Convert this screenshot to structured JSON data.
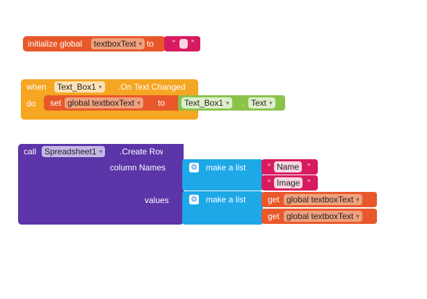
{
  "init_block": {
    "prefix": "initialize global",
    "var_name": "textboxText",
    "to_label": "to",
    "open_quote": "“",
    "close_quote": "”"
  },
  "event_block": {
    "when_label": "when",
    "component": "Text_Box1",
    "event": ".On Text Changed",
    "do_label": "do",
    "set_label": "set",
    "var_ref": "global textboxText",
    "to_label": "to",
    "prop_component": "Text_Box1",
    "dot": ".",
    "prop": "Text"
  },
  "call_block": {
    "call_label": "call",
    "component": "Spreadsheet1",
    "method": ".Create Row",
    "column_names_label": "column Names",
    "values_label": "values",
    "make_list_label": "make a list",
    "names_items": [
      "Name",
      "Image"
    ],
    "get_label": "get",
    "get_var": "global textboxText",
    "open_quote": "“",
    "close_quote": "”",
    "gear_icon": "gear-icon"
  },
  "colors": {
    "variables": "#e8582a",
    "text": "#d81b60",
    "control": "#f5a623",
    "component_prop": "#8bc34a",
    "spreadsheet": "#5c35a8",
    "lists": "#1ea8e8"
  }
}
